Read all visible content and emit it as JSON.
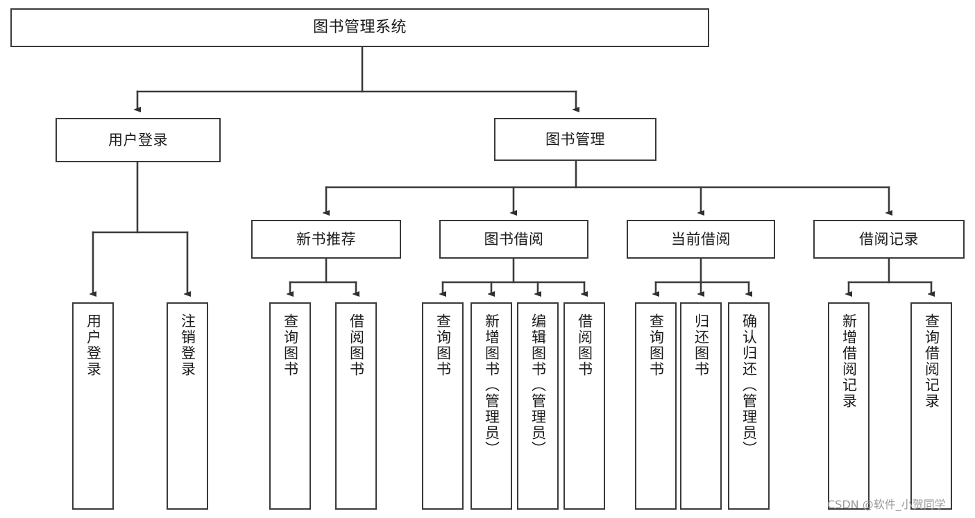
{
  "diagram": {
    "type": "tree-hierarchy-diagram",
    "title": "图书管理系统",
    "orientation": "top-down",
    "colors": {
      "box_border": "#3a3a3a",
      "box_fill": "#ffffff",
      "text": "#1b1b1b",
      "edge": "#3a3a3a",
      "watermark": "#9a9a9a",
      "background": "#ffffff"
    }
  },
  "nodes": {
    "root": {
      "label": "图书管理系统"
    },
    "level2": [
      {
        "label": "用户登录"
      },
      {
        "label": "图书管理"
      }
    ],
    "level3": [
      {
        "label": "新书推荐"
      },
      {
        "label": "图书借阅"
      },
      {
        "label": "当前借阅"
      },
      {
        "label": "借阅记录"
      }
    ],
    "leaves": {
      "user_login": [
        {
          "label": "用户登录"
        },
        {
          "label": "注销登录"
        }
      ],
      "new_book_recommend": [
        {
          "label": "查询图书"
        },
        {
          "label": "借阅图书"
        }
      ],
      "book_borrow": [
        {
          "label": "查询图书"
        },
        {
          "label": "新增图书（管理员）"
        },
        {
          "label": "编辑图书（管理员）"
        },
        {
          "label": "借阅图书"
        }
      ],
      "current_borrow": [
        {
          "label": "查询图书"
        },
        {
          "label": "归还图书"
        },
        {
          "label": "确认归还（管理员）"
        }
      ],
      "borrow_record": [
        {
          "label": "新增借阅记录"
        },
        {
          "label": "查询借阅记录"
        }
      ]
    }
  },
  "watermark": {
    "text": "CSDN @软件_小贺同学"
  }
}
